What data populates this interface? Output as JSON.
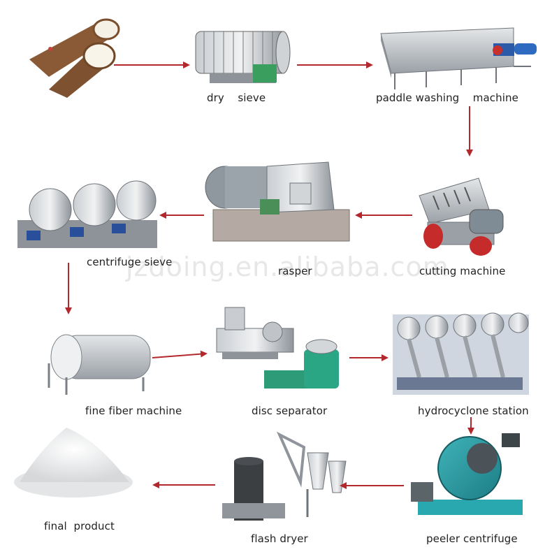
{
  "watermark": "jzdoing.en.alibaba.com",
  "steps": [
    {
      "id": "cassava",
      "label": ""
    },
    {
      "id": "dry-sieve",
      "label": "dry    sieve"
    },
    {
      "id": "paddle-washing",
      "label": "paddle washing    machine"
    },
    {
      "id": "cutting",
      "label": "cutting machine"
    },
    {
      "id": "rasper",
      "label": "rasper"
    },
    {
      "id": "centrifuge-sieve",
      "label": "centrifuge sieve"
    },
    {
      "id": "fine-fiber",
      "label": "fine fiber machine"
    },
    {
      "id": "disc-separator",
      "label": "disc separator"
    },
    {
      "id": "hydrocyclone",
      "label": "hydrocyclone station"
    },
    {
      "id": "peeler-centrifuge",
      "label": "peeler centrifuge"
    },
    {
      "id": "flash-dryer",
      "label": "flash dryer"
    },
    {
      "id": "final-product",
      "label": "final  product"
    }
  ],
  "colors": {
    "arrow": "#b3282d",
    "text": "#222222"
  },
  "icons": [
    "cassava-roots-image",
    "drum-sieve-image",
    "washing-tank-image",
    "cutting-machine-image",
    "rasper-image",
    "centrifuge-sieves-image",
    "fine-fiber-drum-image",
    "disc-separator-image",
    "hydrocyclone-image",
    "peeler-centrifuge-image",
    "flash-dryer-image",
    "starch-powder-image"
  ]
}
